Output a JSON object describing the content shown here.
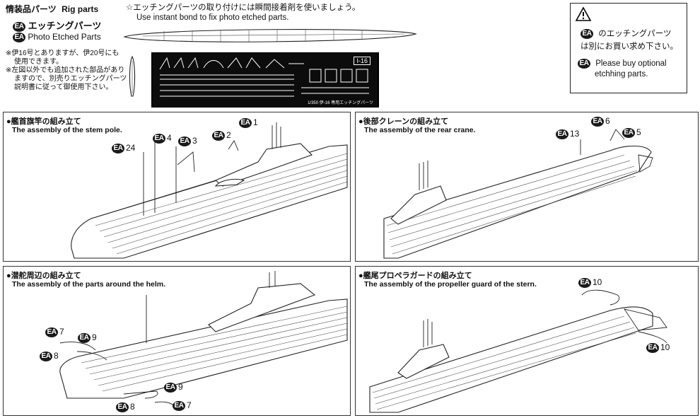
{
  "header": {
    "title_jp": "情装品パーツ",
    "title_en": "Rig parts",
    "ea_badge": "EA",
    "etching_jp": "エッチングパーツ",
    "etching_en": "Photo Etched  Parts",
    "note_jp_1": "※伊16号とありますが、伊20号にも",
    "note_jp_1b": "使用できます。",
    "note_jp_2": "※左図以外でも追加された部品があり",
    "note_jp_2b": "ますので、別売りエッチングパーツ",
    "note_jp_2c": "説明書に従って御使用下さい。",
    "instr_jp": "☆エッチングパーツの取り付けには瞬間接着剤を使いましょう。",
    "instr_en": "Use instant bond to fix photo etched parts.",
    "fret_label": "I-16",
    "fret_small": "1/350 伊-16 専用エッチングパーツ"
  },
  "warning": {
    "icon": "warning-triangle",
    "jp_1": "のエッチングパーツ",
    "jp_2": "は別にお買い求め下さい。",
    "en_1": "Please buy optional",
    "en_2": "etchhing parts."
  },
  "panels": [
    {
      "title_jp": "●艦首旗竿の組み立て",
      "title_en": "The assembly of the stem pole."
    },
    {
      "title_jp": "●後部クレーンの組み立て",
      "title_en": "The assembly of the rear crane."
    },
    {
      "title_jp": "●潜舵周辺の組み立て",
      "title_en": "The assembly of the parts around the helm."
    },
    {
      "title_jp": "●艦尾プロペラガードの組み立て",
      "title_en": "The assembly of the propeller guard of the stern."
    }
  ],
  "callouts": {
    "p1": [
      "1",
      "2",
      "3",
      "4",
      "24"
    ],
    "p2": [
      "6",
      "5",
      "13"
    ],
    "p3": [
      "7",
      "9",
      "8",
      "9",
      "8",
      "7"
    ],
    "p4": [
      "10",
      "10"
    ]
  }
}
